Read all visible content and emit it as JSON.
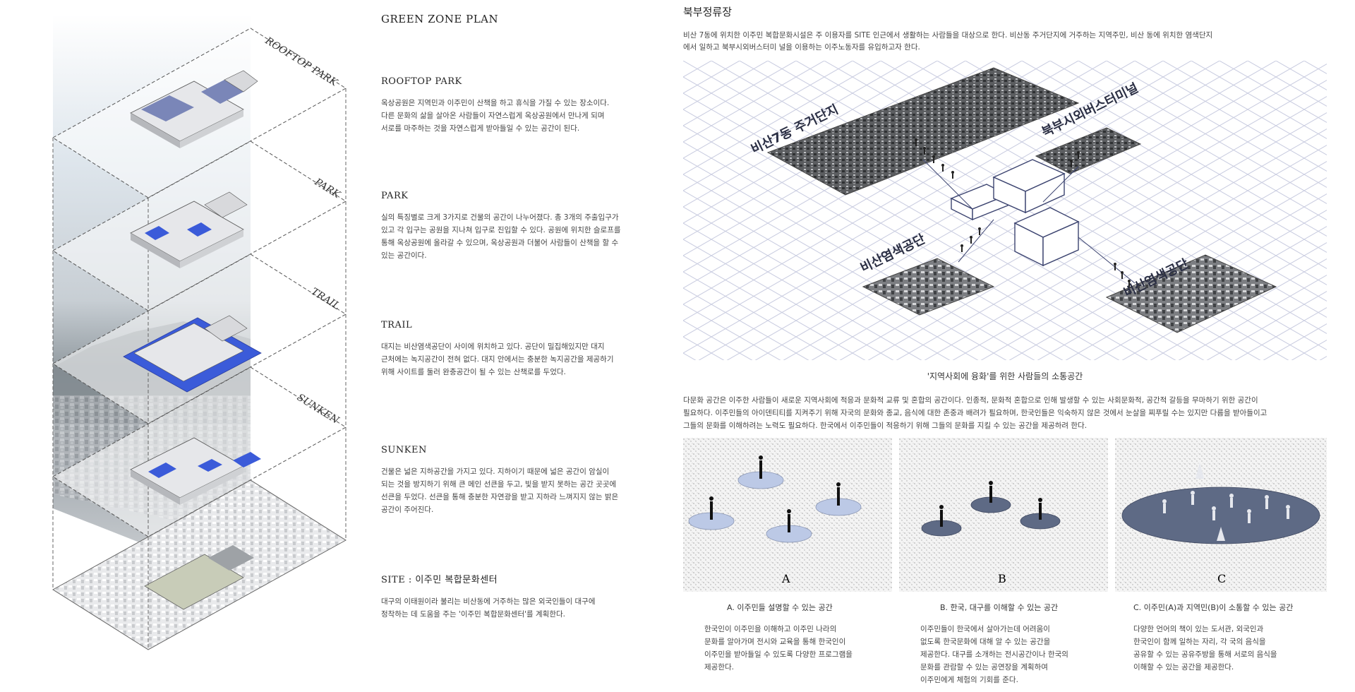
{
  "left": {
    "main_title": "GREEN ZONE PLAN",
    "layer_labels": [
      "ROOFTOP PARK",
      "PARK",
      "TRAIL",
      "SUNKEN"
    ],
    "sections": [
      {
        "title": "ROOFTOP PARK",
        "lines": [
          "옥상공원은 지역민과 이주민이 산책을 하고 휴식을 가질 수 있는 장소이다.",
          "다른 문화의 삶을 살아온 사람들이 자연스럽게 옥상공원에서 만나게 되며",
          "서로를 마주하는 것을 자연스럽게 받아들일 수 있는 공간이 된다."
        ]
      },
      {
        "title": "PARK",
        "lines": [
          "실의 특징별로 크게 3가지로 건물의 공간이 나누어졌다. 총 3개의 주출입구가",
          "있고 각 입구는 공원을 지나쳐 입구로 진입할 수 있다. 공원에 위치한 슬로프를",
          "통해 옥상공원에 올라갈 수 있으며, 옥상공원과 더불어 사람들이 산책을 할 수",
          "있는 공간이다."
        ]
      },
      {
        "title": "TRAIL",
        "lines": [
          "대지는 비산염색공단이 사이에 위치하고 있다. 공단이 밀집해있지만 대지",
          "근처에는 녹지공간이 전혀 없다. 대지 안에서는 충분한 녹지공간을 제공하기",
          "위해 사이트를 둘러 완충공간이 될 수 있는 산책로를 두었다."
        ]
      },
      {
        "title": "SUNKEN",
        "lines": [
          "건물은 넓은 지하공간을 가지고 있다. 지하이기 때문에 넓은 공간이 암실이",
          "되는 것을 방지하기 위해 큰 메인 선큰을 두고, 빛을 받지 못하는 공간 곳곳에",
          "선큰을 두었다. 선큰을 통해 충분한 자연광을 받고 지하라 느껴지지 않는 밝은",
          "공간이 주어진다."
        ]
      },
      {
        "title": "SITE : 이주민 복합문화센터",
        "lines": [
          "대구의 이태원이라 불리는 비산동에 거주하는 많은 외국인들이 대구에",
          "정착하는 데 도움을 주는 '이주민 복합문화센터'를 계획한다."
        ]
      }
    ]
  },
  "right": {
    "title": "북부정류장",
    "intro": [
      "비산 7동에 위치한 이주민 복합문화시설은 주 이용자를 SITE 인근에서 생활하는 사람들을 대상으로 한다. 비산동 주거단지에 거주하는 지역주민, 비산  동에 위치한 염색단지",
      "에서 일하고 북부시외버스터미 널을 이용하는 이주노동자를 유입하고자 한다."
    ],
    "map_labels": [
      "비산7동 주거단지",
      "북부시외버스터미널",
      "비산염색공단",
      "비산염색공단"
    ],
    "caption": "'지역사회에 융화'를 위한 사람들의 소통공간",
    "para": [
      "다문화 공간은 이주한 사람들이 새로운 지역사회에 적응과 문화적 교류 및 혼합의 공간이다. 인종적, 문화적 혼합으로 인해 발생할 수 있는 사회문화적, 공간적 갈등을 무마하기 위한 공간이",
      "필요하다. 이주민들의 아이덴티티를 지켜주기 위해 자국의 문화와 종교, 음식에 대한 존중과 배려가 필요하며, 한국인들은 익숙하지 않은 것에서 눈살을 찌푸릴 수는 있지만 다름을 받아들이고",
      "그들의 문화를 이해하려는 노력도 필요하다. 한국에서 이주민들이 적응하기 위해 그들의 문화를 지킬 수 있는 공간을 제공하려 한다."
    ],
    "panels": [
      {
        "letter": "A",
        "label": "A. 이주민들 설명할 수 있는 공간",
        "lines": [
          "한국인이  이주민을  이해하고  이주민  나라의",
          "문화를 알아가며 전시와 교육을 통해 한국인이",
          "이주민을 받아들일 수 있도록 다양한 프로그램을",
          "제공한다."
        ]
      },
      {
        "letter": "B",
        "label": "B. 한국, 대구를 이해할 수 있는 공간",
        "lines": [
          "이주민들이  한국에서  살아가는데  어려움이",
          "없도록  한국문화에  대해  알  수  있는  공간을",
          "제공한다. 대구를 소개하는 전시공간이나 한국의",
          "문화를   관람할   수   있는   공연장을  계획하여",
          "이주민에게 체험의 기회를 준다."
        ]
      },
      {
        "letter": "C",
        "label": "C. 이주민(A)과 지역민(B)이 소통할 수 있는 공간",
        "lines": [
          "다양한  언어의  책이  있는  도서관,  외국인과",
          "한국인이  함께  일하는  자리,  각  국의  음식을",
          "공유할  수  있는  공유주방을  통해  서로의  음식을",
          "이해할 수 있는 공간을 제공한다."
        ]
      }
    ]
  },
  "colors": {
    "accent_blue": "#3b5bd9",
    "slate": "#5e6a85",
    "light_blue": "#bcc9e6",
    "grid": "#c9cce0"
  }
}
